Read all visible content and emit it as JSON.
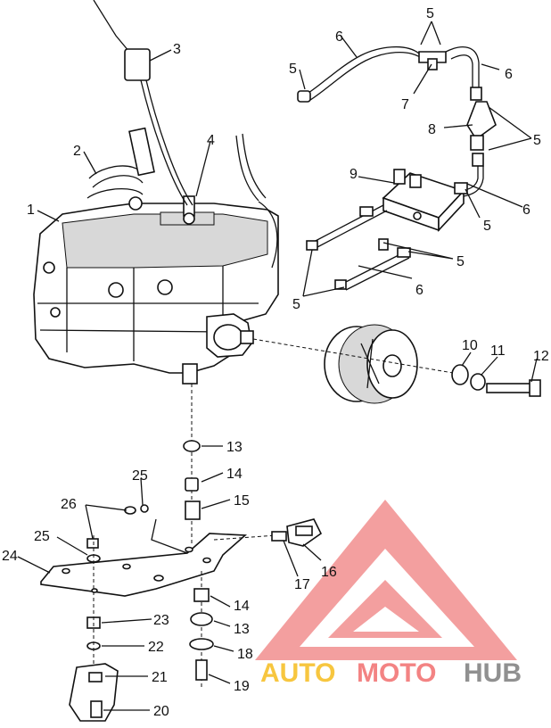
{
  "diagram": {
    "callouts": {
      "c1": "1",
      "c2": "2",
      "c3": "3",
      "c4": "4",
      "c5a": "5",
      "c5b": "5",
      "c5c": "5",
      "c5d": "5",
      "c5e": "5",
      "c5f": "5",
      "c6a": "6",
      "c6b": "6",
      "c6c": "6",
      "c6d": "6",
      "c7": "7",
      "c8": "8",
      "c9": "9",
      "c10": "10",
      "c11": "11",
      "c12": "12",
      "c13a": "13",
      "c13b": "13",
      "c14a": "14",
      "c14b": "14",
      "c15": "15",
      "c16": "16",
      "c17": "17",
      "c18": "18",
      "c19": "19",
      "c20": "20",
      "c21": "21",
      "c22": "22",
      "c23": "23",
      "c24": "24",
      "c25a": "25",
      "c25b": "25",
      "c26": "26"
    },
    "watermark": {
      "text_a": "AUTO",
      "text_b": "MOTO",
      "text_c": "HUB",
      "color_primary": "#f05a5a",
      "color_secondary": "#6b6b6b"
    }
  }
}
